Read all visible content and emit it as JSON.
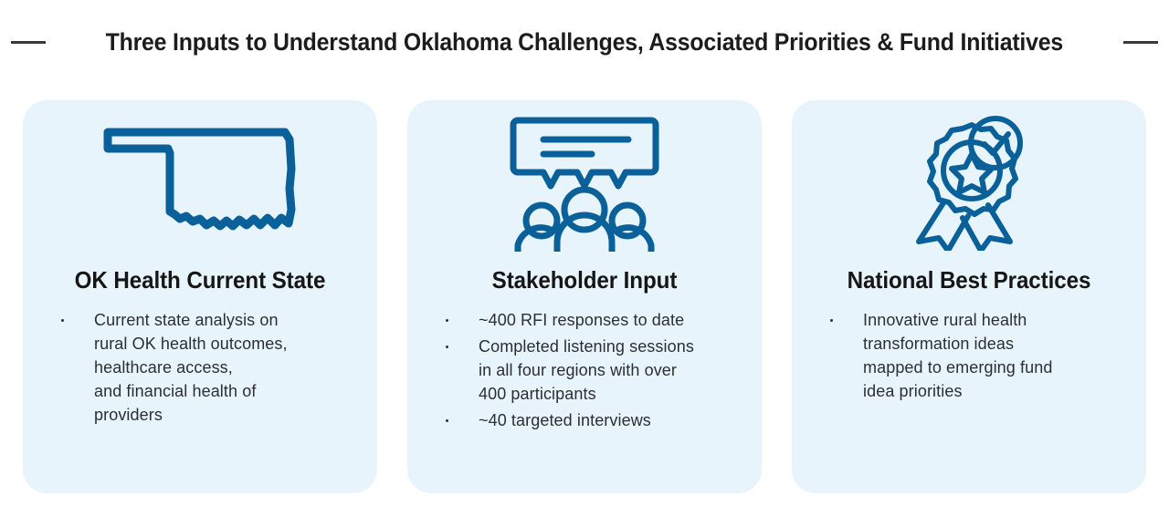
{
  "header": {
    "title": "Three Inputs to Understand Oklahoma Challenges, Associated Priorities & Fund Initiatives",
    "left_rule": "em-dash-rule",
    "right_rule": "em-dash-rule"
  },
  "colors": {
    "card_background": "#e8f4fb",
    "icon_blue": "#0a6099",
    "title_text": "#1c1c1c",
    "body_text": "#2b2f34",
    "page_background": "#ffffff"
  },
  "cards": [
    {
      "id": "ok-health-current-state",
      "icon": "oklahoma-state-map-icon",
      "heading": "OK Health Current State",
      "bullets": [
        "Current state analysis on\nrural OK health outcomes,\nhealthcare access,\nand financial health of\nproviders"
      ]
    },
    {
      "id": "stakeholder-input",
      "icon": "speech-bubble-people-icon",
      "heading": "Stakeholder Input",
      "bullets": [
        "~400 RFI responses to date",
        "Completed listening sessions\nin all four regions with over\n400 participants",
        "~40 targeted interviews"
      ]
    },
    {
      "id": "national-best-practices",
      "icon": "award-badge-check-icon",
      "heading": "National Best Practices",
      "bullets": [
        "Innovative rural health\ntransformation ideas\nmapped to emerging fund\nidea priorities"
      ]
    }
  ]
}
